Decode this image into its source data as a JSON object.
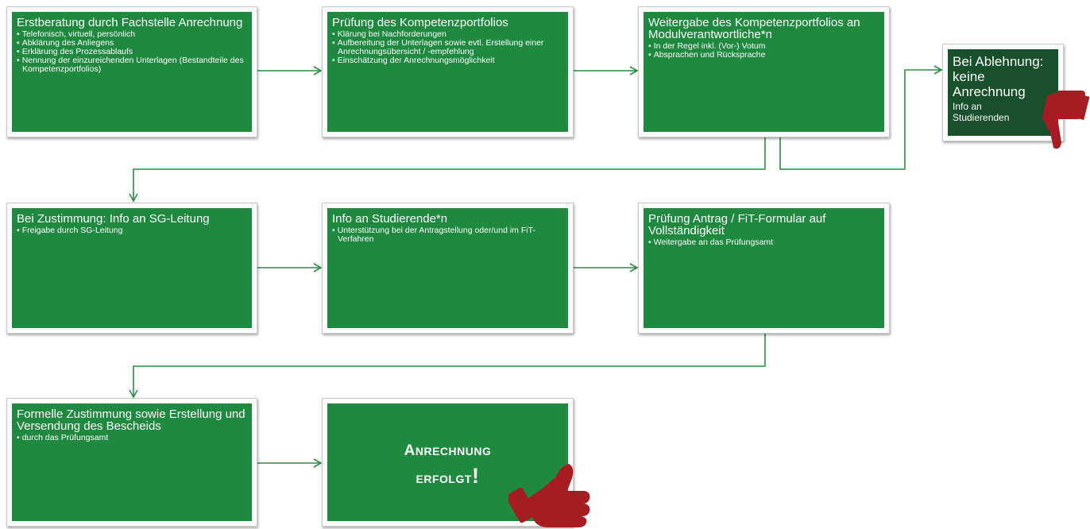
{
  "colors": {
    "box": "#1f8a3f",
    "reject_box": "#17502a",
    "arrow": "#2e8b46",
    "thumb": "#a51d22"
  },
  "steps": [
    {
      "title": "Erstberatung  durch Fachstelle Anrechnung",
      "bullets": [
        "Telefonisch, virtuell, persönlich",
        "Abklärung des Anliegens",
        "Erklärung des Prozessablaufs",
        "Nennung der einzureichenden Unterlagen (Bestandteile  des Kompetenzportfolios)"
      ]
    },
    {
      "title": "Prüfung des Kompetenzportfolios",
      "bullets": [
        "Klärung bei Nachforderungen",
        "Aufbereitung der Unterlagen sowie evtl. Erstellung einer Anrechnungsübersicht / -empfehlung",
        "Einschätzung der Anrechnungsmöglichkeit"
      ]
    },
    {
      "title": "Weitergabe des Kompetenzportfolios an Modulverantwortliche*n",
      "bullets": [
        "In der Regel inkl. (Vor-) Votum",
        "Absprachen und Rücksprache"
      ]
    },
    {
      "title": "Bei Zustimmung:  Info an SG-Leitung",
      "bullets": [
        "Freigabe durch SG-Leitung"
      ]
    },
    {
      "title": "Info an Studierende*n",
      "bullets": [
        "Unterstützung bei der Antragstellung oder/und im FiT-Verfahren"
      ]
    },
    {
      "title": "Prüfung Antrag / FiT-Formular auf Vollständigkeit",
      "bullets": [
        "Weitergabe an das Prüfungsamt"
      ]
    },
    {
      "title": "Formelle Zustimmung  sowie Erstellung und Versendung des Bescheids",
      "bullets": [
        "durch das Prüfungsamt"
      ]
    }
  ],
  "reject": {
    "title": "Bei Ablehnung: keine Anrechnung",
    "sub": "Info an Studierenden"
  },
  "success": {
    "line1_cap": "A",
    "line1_rest": "NRECHNUNG",
    "line2_cap": "ERFOLGT",
    "line2_rest": "!"
  }
}
